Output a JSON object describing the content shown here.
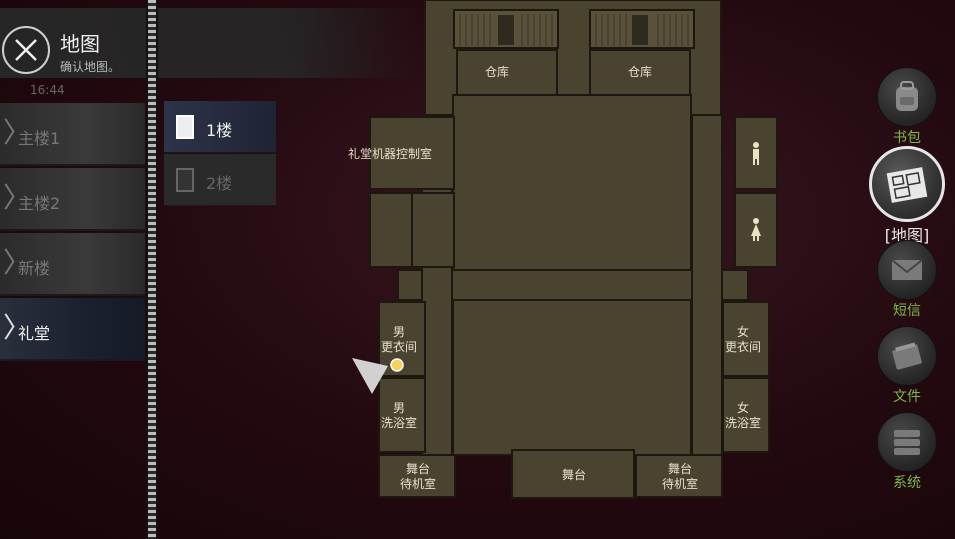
{
  "header": {
    "title": "地图",
    "subtitle": "确认地图。",
    "time": "16:44"
  },
  "buildings": [
    {
      "label": "主楼1",
      "active": false
    },
    {
      "label": "主楼2",
      "active": false
    },
    {
      "label": "新楼",
      "active": false
    },
    {
      "label": "礼堂",
      "active": true
    }
  ],
  "floors": [
    {
      "label": "1楼",
      "active": true
    },
    {
      "label": "2楼",
      "active": false
    }
  ],
  "map": {
    "rooms": {
      "storage_left": "仓库",
      "storage_right": "仓库",
      "control_room": "礼堂机器控制室",
      "male_changing": "男\n更衣间",
      "male_bath": "男\n洗浴室",
      "female_changing": "女\n更衣间",
      "female_bath": "女\n洗浴室",
      "stage": "舞台",
      "stage_wait_left": "舞台\n待机室",
      "stage_wait_right": "舞台\n待机室"
    }
  },
  "menu": [
    {
      "label": "书包",
      "icon": "backpack-icon",
      "active": false
    },
    {
      "label": "[地图]",
      "icon": "map-icon",
      "active": true
    },
    {
      "label": "短信",
      "icon": "envelope-icon",
      "active": false
    },
    {
      "label": "文件",
      "icon": "file-icon",
      "active": false
    },
    {
      "label": "系统",
      "icon": "system-icon",
      "active": false
    }
  ],
  "colors": {
    "background": "#1e0c10",
    "floor": "#4a4330",
    "wall": "#1c1810",
    "menu_label": "#7cb84a",
    "player_marker": "#f6d25a"
  }
}
